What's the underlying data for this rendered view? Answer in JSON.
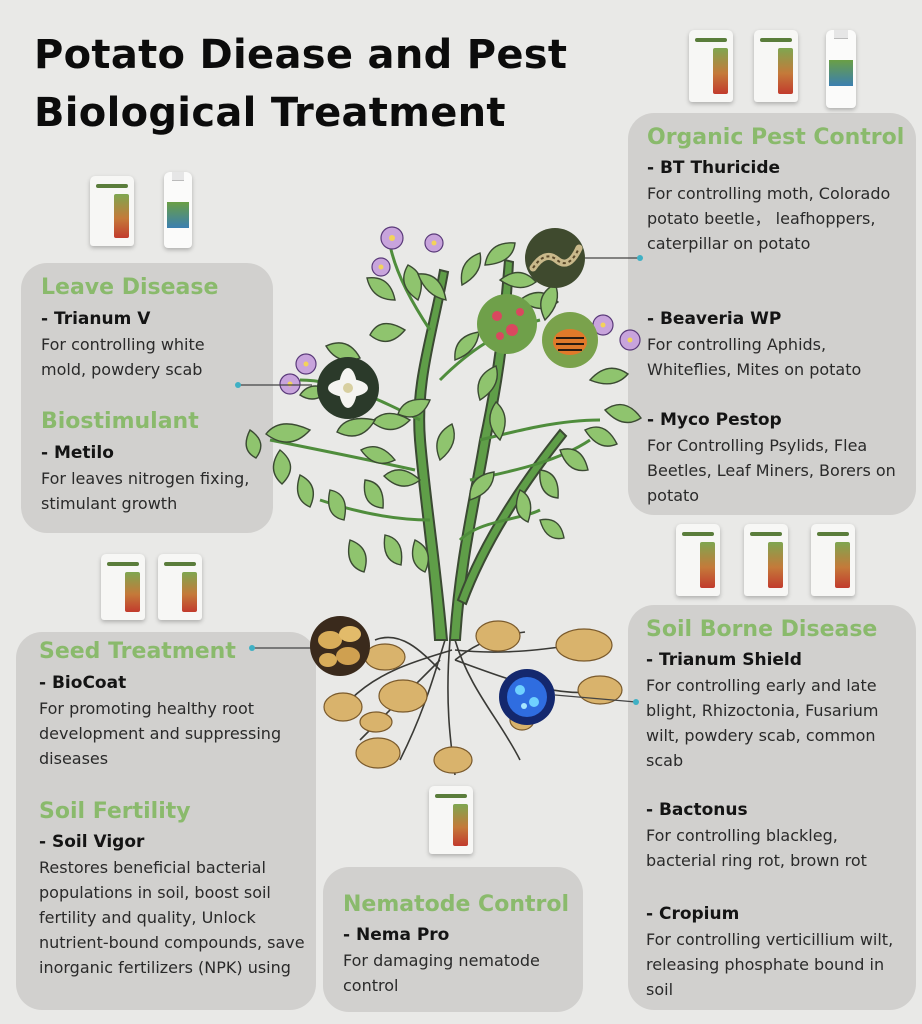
{
  "title": {
    "line1": "Potato Diease and Pest",
    "line2": "Biological Treatment"
  },
  "leave_disease": {
    "heading": "Leave Disease",
    "product": "- Trianum V",
    "description": "For  controlling white mold, powdery scab"
  },
  "biostimulant": {
    "heading": "Biostimulant",
    "product": "- Metilo",
    "description": "For leaves nitrogen fixing, stimulant growth"
  },
  "organic_pest_control": {
    "heading": "Organic Pest Control",
    "items": [
      {
        "product": "- BT Thuricide",
        "description": "For controlling moth, Colorado potato beetle， leafhoppers,  caterpillar on potato"
      },
      {
        "product": "- Beaveria WP",
        "description": "For controlling Aphids, Whiteflies, Mites on potato"
      },
      {
        "product": "- Myco Pestop",
        "description": "For Controlling  Psylids, Flea Beetles, Leaf Miners, Borers on potato"
      }
    ]
  },
  "seed_treatment": {
    "heading": "Seed Treatment",
    "product": "- BioCoat",
    "description": "For promoting healthy root development and suppressing diseases"
  },
  "soil_fertility": {
    "heading": "Soil Fertility",
    "product": "- Soil Vigor",
    "description": "Restores beneficial bacterial populations in soil,  boost soil fertility and quality, Unlock nutrient-bound compounds, save inorganic fertilizers (NPK) using"
  },
  "nematode_control": {
    "heading": "Nematode Control",
    "product": "- Nema Pro",
    "description": "For damaging nematode control"
  },
  "soil_borne_disease": {
    "heading": "Soil Borne Disease",
    "items": [
      {
        "product": "- Trianum Shield",
        "description": "For controlling early and late blight, Rhizoctonia, Fusarium wilt, powdery scab, common scab"
      },
      {
        "product": "-  Bactonus",
        "description": "For controlling  blackleg, bacterial ring rot, brown rot"
      },
      {
        "product": "- Cropium",
        "description": "For controlling verticillium wilt, releasing phosphate bound in soil"
      }
    ]
  },
  "colors": {
    "background": "#e9e9e7",
    "panel": "#d1d0ce",
    "section_heading": "#8aba6c",
    "leaf": "#8fc46e",
    "leaf_outline": "#3b4a33",
    "stem": "#4f8d3c",
    "tuber": "#d9b36c",
    "flower": "#c8a4dc",
    "connector_dot": "#3fb0c4"
  },
  "icons": [
    "potato-plant-illustration",
    "product-bag-icon",
    "product-bottle-icon",
    "caterpillar-icon",
    "colorado-beetle-icon",
    "aphid-leaf-icon",
    "white-mold-flower-icon",
    "seed-potatoes-icon",
    "bacteria-icon"
  ]
}
